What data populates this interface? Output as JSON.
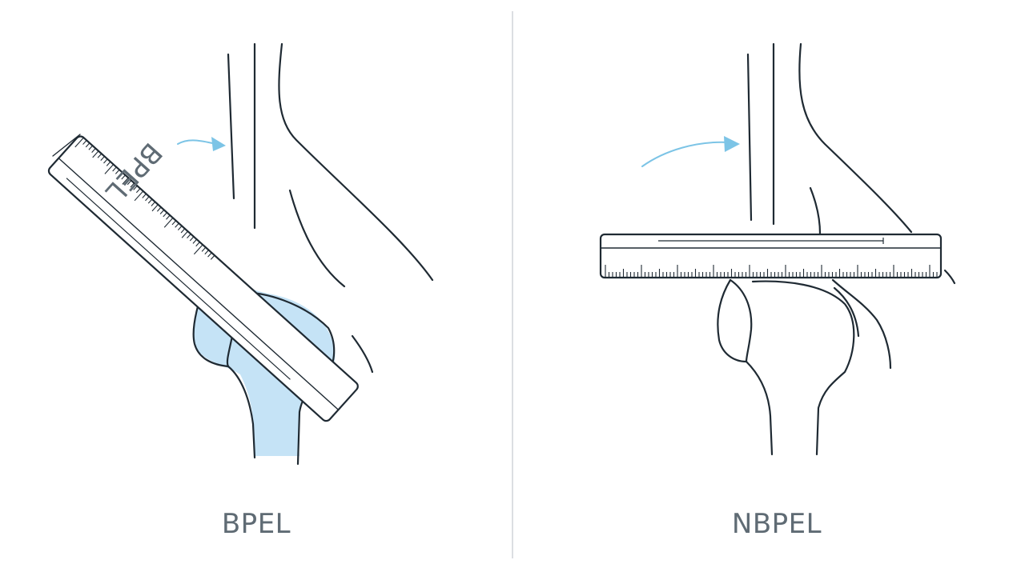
{
  "panels": {
    "left": {
      "caption": "BPEL",
      "ruler_label": "BPEL"
    },
    "right": {
      "caption": "NBPEL"
    }
  },
  "colors": {
    "highlight_fill": "#c5e3f6",
    "arrow": "#7cc4e6",
    "divider": "#d0d4d8",
    "caption_text": "#5f6b74",
    "line_art": "#1f2a33"
  }
}
